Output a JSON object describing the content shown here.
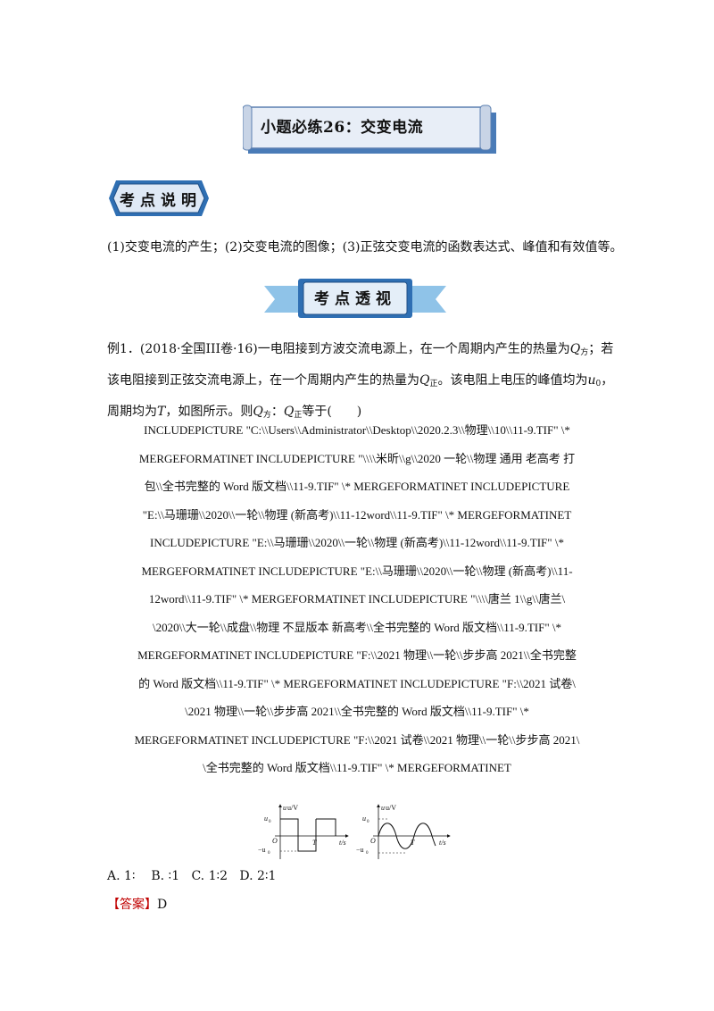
{
  "title": "小题必练26：交变电流",
  "badge_exam_points": "考点说明",
  "summary": "(1)交变电流的产生；(2)交变电流的图像；(3)正弦交变电流的函数表达式、峰值和有效值等。",
  "badge_analysis": "考点透视",
  "question": {
    "line1_a": "例1．(2018·全国III卷·16)一电阻接到方波交流电源上，在一个周期内产生的热量为",
    "q": "Q",
    "sub_square": "方",
    "line1_b": "；若",
    "line2_a": "该电阻接到正弦交流电源上，在一个周期内产生的热量为",
    "sub_sine": "正",
    "line2_b": "。该电阻上电压的峰值均为",
    "u": "u",
    "u_sub": "0",
    "line2_c": "，",
    "line3_a": "周期均为",
    "T": "T",
    "line3_b": "，如图所示。则",
    "colon": "：",
    "line3_c": "等于(　　)"
  },
  "field_code_lines": [
    "INCLUDEPICTURE  \"C:\\\\Users\\\\Administrator\\\\Desktop\\\\2020.2.3\\\\物理\\\\10\\\\11-9.TIF\"  \\*",
    "MERGEFORMATINET  INCLUDEPICTURE  \"\\\\\\\\米昕\\\\g\\\\2020 一轮\\\\物理 通用 老高考 打",
    "包\\\\全书完整的 Word 版文档\\\\11-9.TIF\"  \\*  MERGEFORMATINET  INCLUDEPICTURE",
    "\"E:\\\\马珊珊\\\\2020\\\\一轮\\\\物理 (新高考)\\\\11-12word\\\\11-9.TIF\"  \\*  MERGEFORMATINET",
    "INCLUDEPICTURE  \"E:\\\\马珊珊\\\\2020\\\\一轮\\\\物理 (新高考)\\\\11-12word\\\\11-9.TIF\"  \\*",
    "MERGEFORMATINET  INCLUDEPICTURE  \"E:\\\\马珊珊\\\\2020\\\\一轮\\\\物理 (新高考)\\\\11-",
    "12word\\\\11-9.TIF\"  \\*  MERGEFORMATINET  INCLUDEPICTURE  \"\\\\\\\\唐兰 1\\\\g\\\\唐兰\\",
    "\\2020\\\\大一轮\\\\成盘\\\\物理 不显版本 新高考\\\\全书完整的 Word 版文档\\\\11-9.TIF\"  \\*",
    "MERGEFORMATINET  INCLUDEPICTURE  \"F:\\\\2021 物理\\\\一轮\\\\步步高 2021\\\\全书完整",
    "的 Word 版文档\\\\11-9.TIF\"  \\*  MERGEFORMATINET  INCLUDEPICTURE  \"F:\\\\2021 试卷\\",
    "\\2021 物理\\\\一轮\\\\步步高 2021\\\\全书完整的 Word 版文档\\\\11-9.TIF\"  \\*",
    "MERGEFORMATINET  INCLUDEPICTURE  \"F:\\\\2021 试卷\\\\2021 物理\\\\一轮\\\\步步高 2021\\",
    "\\全书完整的 Word 版文档\\\\11-9.TIF\"  \\*  MERGEFORMATINET"
  ],
  "figure": {
    "y_label": "u/V",
    "u0": "u",
    "u0_sub": "0",
    "neg_u0": "−u",
    "origin": "O",
    "period": "T",
    "x_label": "t/s"
  },
  "options": "A. 1∶    B. ∶1   C. 1∶2   D. 2∶1",
  "answer": {
    "label": "【答案】",
    "value": "D"
  }
}
